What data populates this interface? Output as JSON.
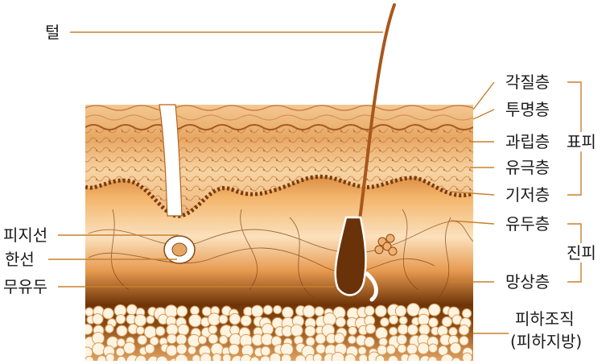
{
  "labels": {
    "hair": "털",
    "stratum_corneum": "각질층",
    "stratum_lucidum": "투명층",
    "stratum_granulosum": "과립층",
    "stratum_spinosum": "유극층",
    "stratum_basale": "기저층",
    "epidermis": "표피",
    "papillary_layer": "유두층",
    "reticular_layer": "망상층",
    "dermis": "진피",
    "sebaceous_gland": "피지선",
    "sweat_gland": "한선",
    "hair_papilla": "무유두",
    "subcutaneous_line1": "피하조직",
    "subcutaneous_line2": "(피하지방)"
  },
  "colors": {
    "leader_line": "#c8802e",
    "skin_light": "#f6c88c",
    "skin_mid": "#e39a4a",
    "skin_dark": "#b5621c",
    "skin_deep": "#6a3208",
    "fat": "#fff4e2",
    "fat_edge": "#d99a55",
    "hair": "#a8581c"
  }
}
